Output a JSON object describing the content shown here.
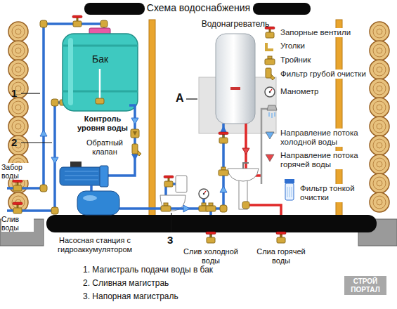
{
  "diagram": {
    "title": "Схема водоснабжения",
    "nodes": [
      {
        "text": [
          "Бак"
        ]
      },
      {
        "text": [
          "Насосная станция с гидроаккумулятором"
        ]
      },
      {
        "text": [
          "Водонагреватель"
        ]
      }
    ],
    "edges": [
      {
        "from": 0,
        "to": 1,
        "arrow": "to"
      },
      {
        "from": 1,
        "to": 2,
        "arrow": "to"
      }
    ],
    "labels": [
      "1",
      "2",
      "3",
      "A",
      "Забор воды",
      "Слив воды",
      "Контроль уровня воды",
      "Обратный клапан",
      "Слив холодной воды",
      "Слиа горячей воды",
      "1. Магистраль подачи воды в бак",
      "2. Сливная магистраь",
      "3. Напорная магистраль",
      "СТРОЙ ПОРТАЛ"
    ],
    "legend": [
      {
        "text": "Запорные вентили"
      },
      {
        "text": "Уголки"
      },
      {
        "text": "Тройник"
      },
      {
        "text": "Фильтр грубой очистки"
      },
      {
        "text": "Манометр"
      },
      {
        "text": "Направление потока холодной воды",
        "color": "#6aaef0"
      },
      {
        "text": "Направление потока горячей воды",
        "color": "#e8474a"
      },
      {
        "text": "Фильтр тонкой очистки"
      }
    ]
  }
}
